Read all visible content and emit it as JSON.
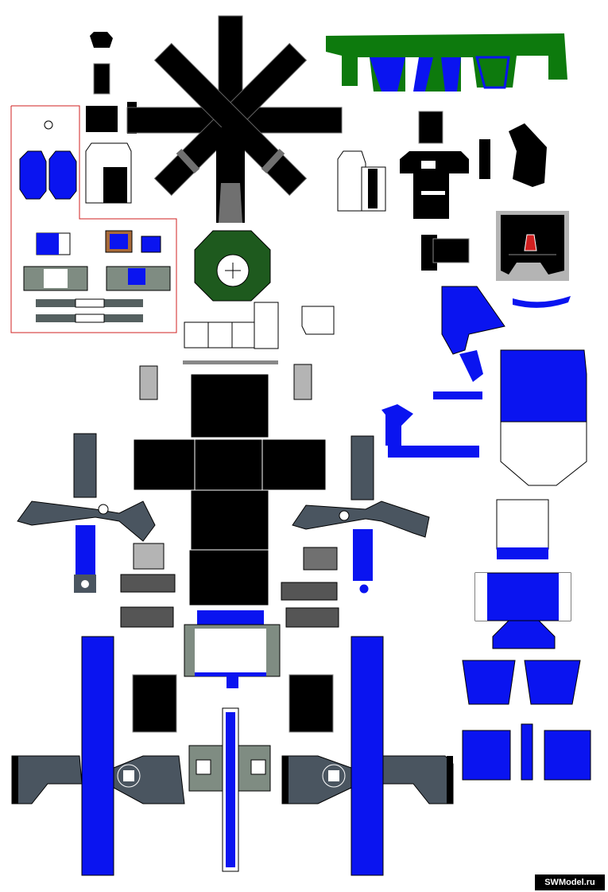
{
  "sheet": {
    "watermark": "SWModel.ru"
  },
  "colors": {
    "black": "#000000",
    "blue": "#0a14f0",
    "green": "#0d7a0d",
    "dark_green": "#1e5a1e",
    "slate": "#4a5560",
    "mid_grey": "#707070",
    "light_grey": "#b4b4b4",
    "sage_grey": "#7f8c82",
    "red_outline": "#d02020"
  },
  "parts": [
    "rotor-hub-star",
    "rotor-mast",
    "tail-wing-green",
    "cockpit-window-panel",
    "body-cross-net",
    "left-arm-assembly",
    "right-arm-assembly",
    "left-leg-strip",
    "right-leg-strip",
    "center-leg-strip",
    "blue-torso-parts",
    "small-cylinder-parts"
  ]
}
